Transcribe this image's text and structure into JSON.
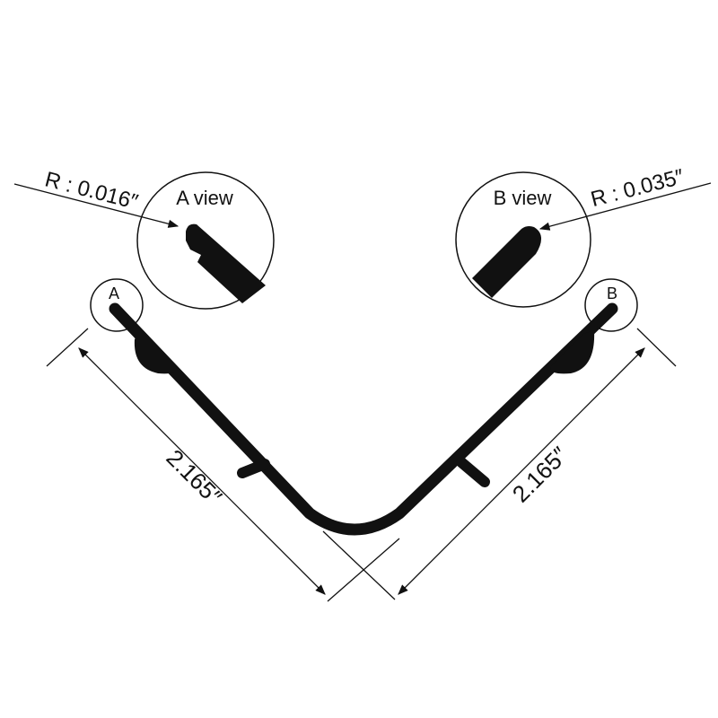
{
  "radius_a": {
    "label": "R : 0.016″"
  },
  "radius_b": {
    "label": "R : 0.035″"
  },
  "view_a": {
    "title": "A view"
  },
  "view_b": {
    "title": "B view"
  },
  "marker_a": {
    "letter": "A"
  },
  "marker_b": {
    "letter": "B"
  },
  "dimension_left": {
    "label": "2.165″"
  },
  "dimension_right": {
    "label": "2.165″"
  },
  "colors": {
    "profile": "#111111",
    "line": "#111111",
    "background": "#ffffff"
  }
}
